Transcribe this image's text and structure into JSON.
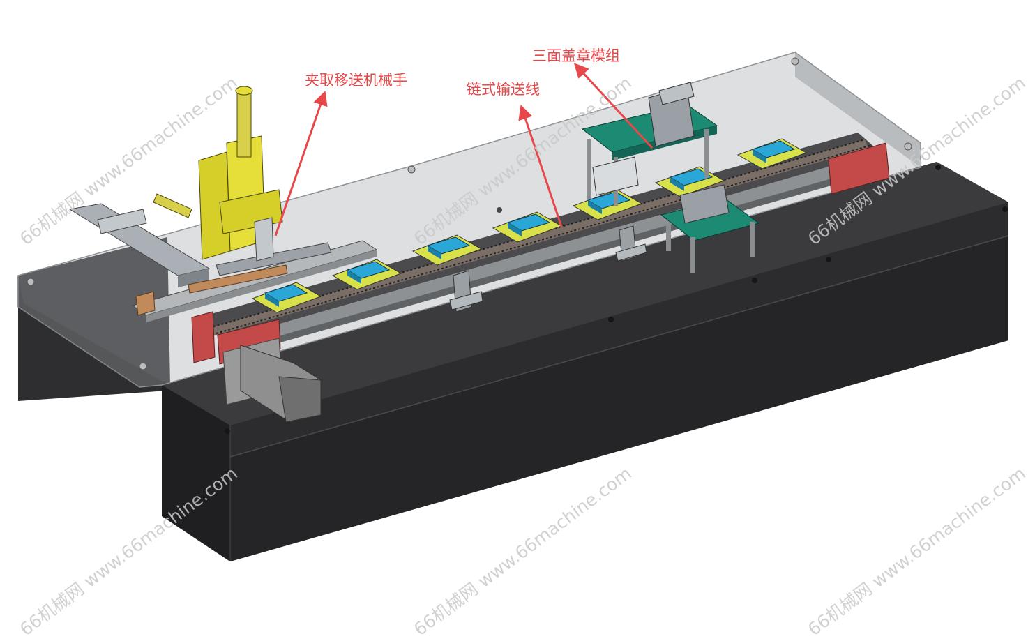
{
  "callouts": {
    "gripper_transfer": "夹取移送机械手",
    "chain_conveyor": "链式输送线",
    "stamp_module": "三面盖章模组"
  },
  "watermark": "66机械网 www.66machine.com",
  "colors": {
    "callout": "#e8484a",
    "cabinet": "#2b2b2d",
    "cover": "#c9cdd0",
    "fixture_yellow": "#d8e04a",
    "part_blue": "#2aa7d6",
    "frame_green": "#1d8a73",
    "motor_red": "#c44a4a",
    "arm_yellow": "#d6cf2a"
  }
}
